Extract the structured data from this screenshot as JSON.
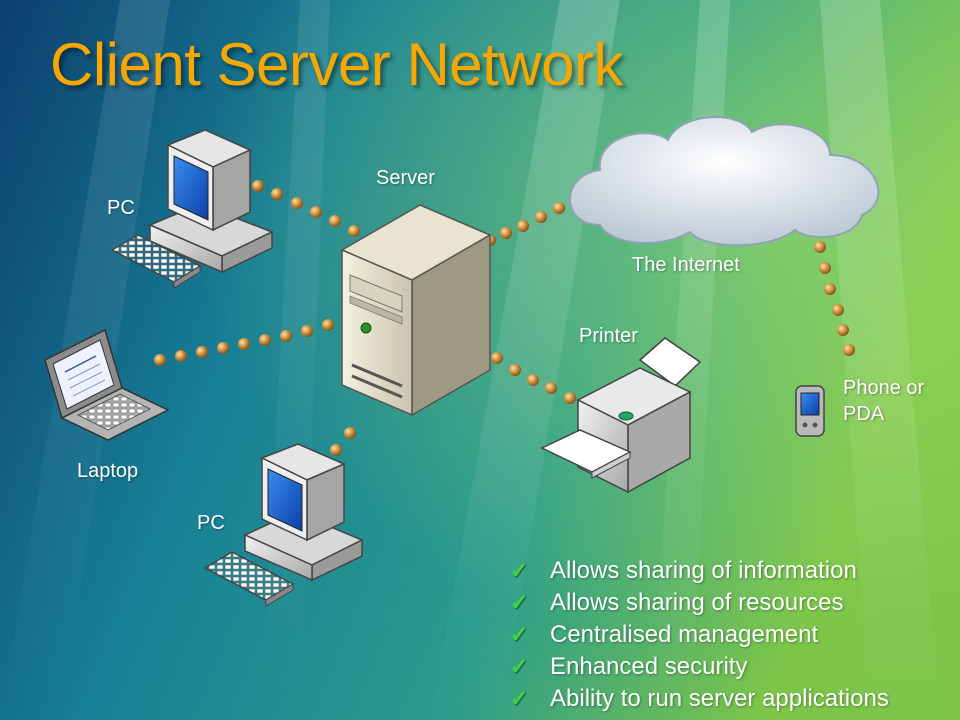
{
  "slide": {
    "title": "Client Server Network"
  },
  "nodes": {
    "server": "Server",
    "pc_top": "PC",
    "laptop": "Laptop",
    "pc_bottom": "PC",
    "internet": "The Internet",
    "printer": "Printer",
    "phone": "Phone or PDA"
  },
  "bullets": [
    "Allows sharing of information",
    "Allows sharing of resources",
    "Centralised management",
    "Enhanced security",
    "Ability to run server applications"
  ],
  "icons": {
    "bullet": "check-icon",
    "server": "server-tower-icon",
    "pc": "desktop-computer-icon",
    "laptop": "laptop-icon",
    "printer": "printer-icon",
    "cloud": "cloud-icon",
    "phone": "pda-icon"
  },
  "colors": {
    "title": "#f6a800",
    "text": "#ffffff",
    "link_dot": "#c98a3a",
    "check": "#3fd63f"
  }
}
